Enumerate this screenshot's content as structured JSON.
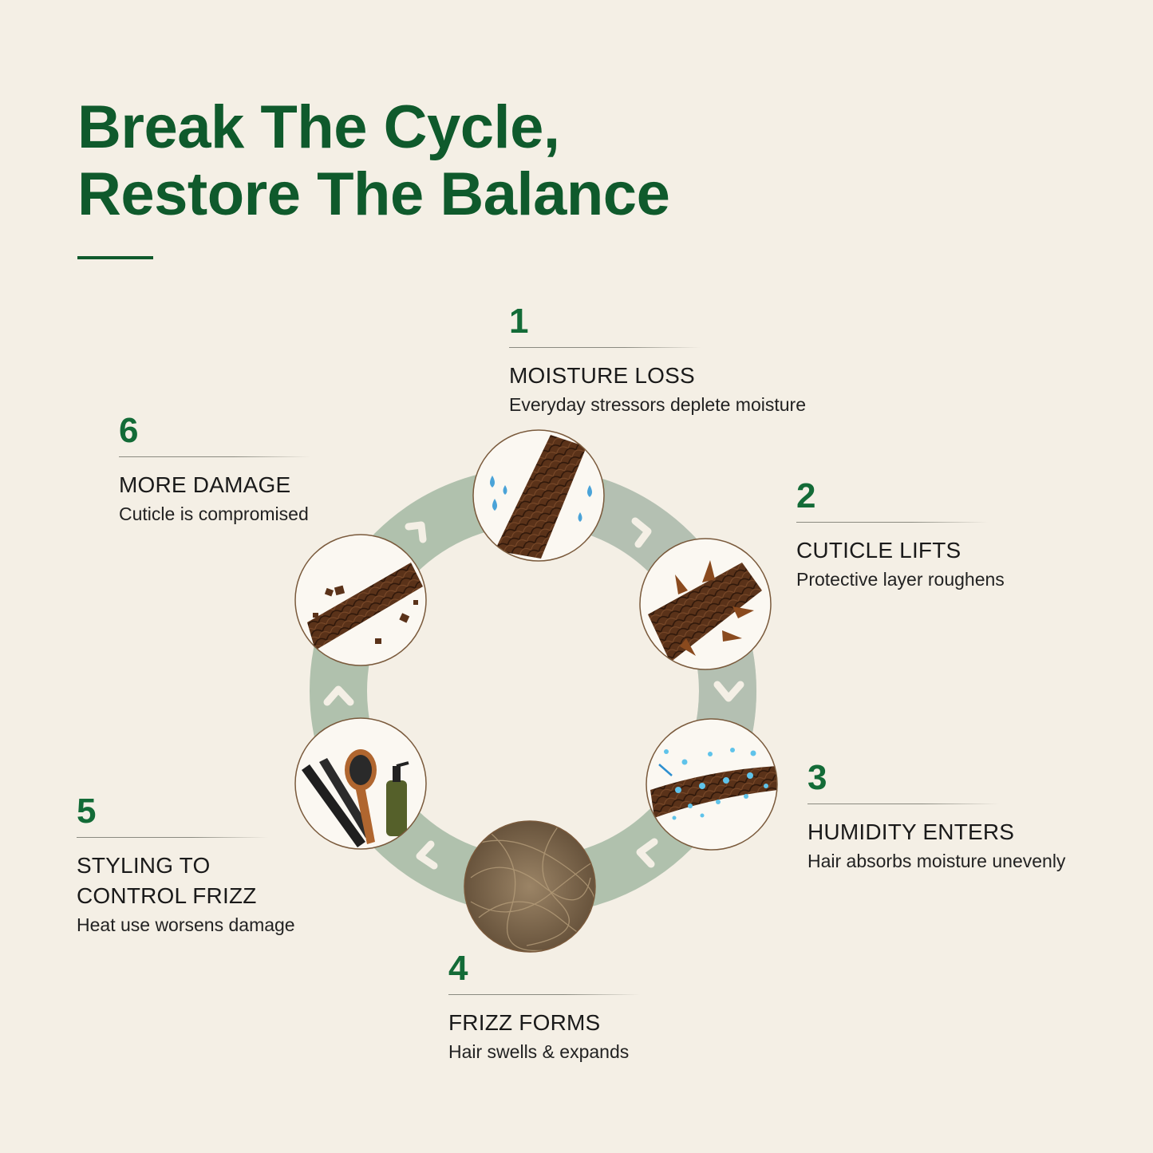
{
  "title": {
    "line1": "Break The Cycle,",
    "line2": "Restore The Balance"
  },
  "colors": {
    "accent": "#136b37",
    "background": "#f4efe5",
    "ring": "#a9bba6"
  },
  "steps": [
    {
      "num": "1",
      "heading": "MOISTURE LOSS",
      "desc": "Everyday stressors deplete moisture",
      "icon": "hair-water-droplets-icon"
    },
    {
      "num": "2",
      "heading": "CUTICLE LIFTS",
      "desc": "Protective layer roughens",
      "icon": "hair-lifted-cuticle-icon"
    },
    {
      "num": "3",
      "heading": "HUMIDITY ENTERS",
      "desc": "Hair absorbs moisture unevenly",
      "icon": "hair-humidity-icon"
    },
    {
      "num": "4",
      "heading": "FRIZZ FORMS",
      "desc": "Hair swells & expands",
      "icon": "frizzy-hair-icon"
    },
    {
      "num": "5",
      "heading_line1": "STYLING TO",
      "heading_line2": "CONTROL FRIZZ",
      "desc": "Heat use worsens damage",
      "icon": "styling-tools-icon"
    },
    {
      "num": "6",
      "heading": "MORE DAMAGE",
      "desc": "Cuticle is compromised",
      "icon": "hair-breakage-icon"
    }
  ]
}
